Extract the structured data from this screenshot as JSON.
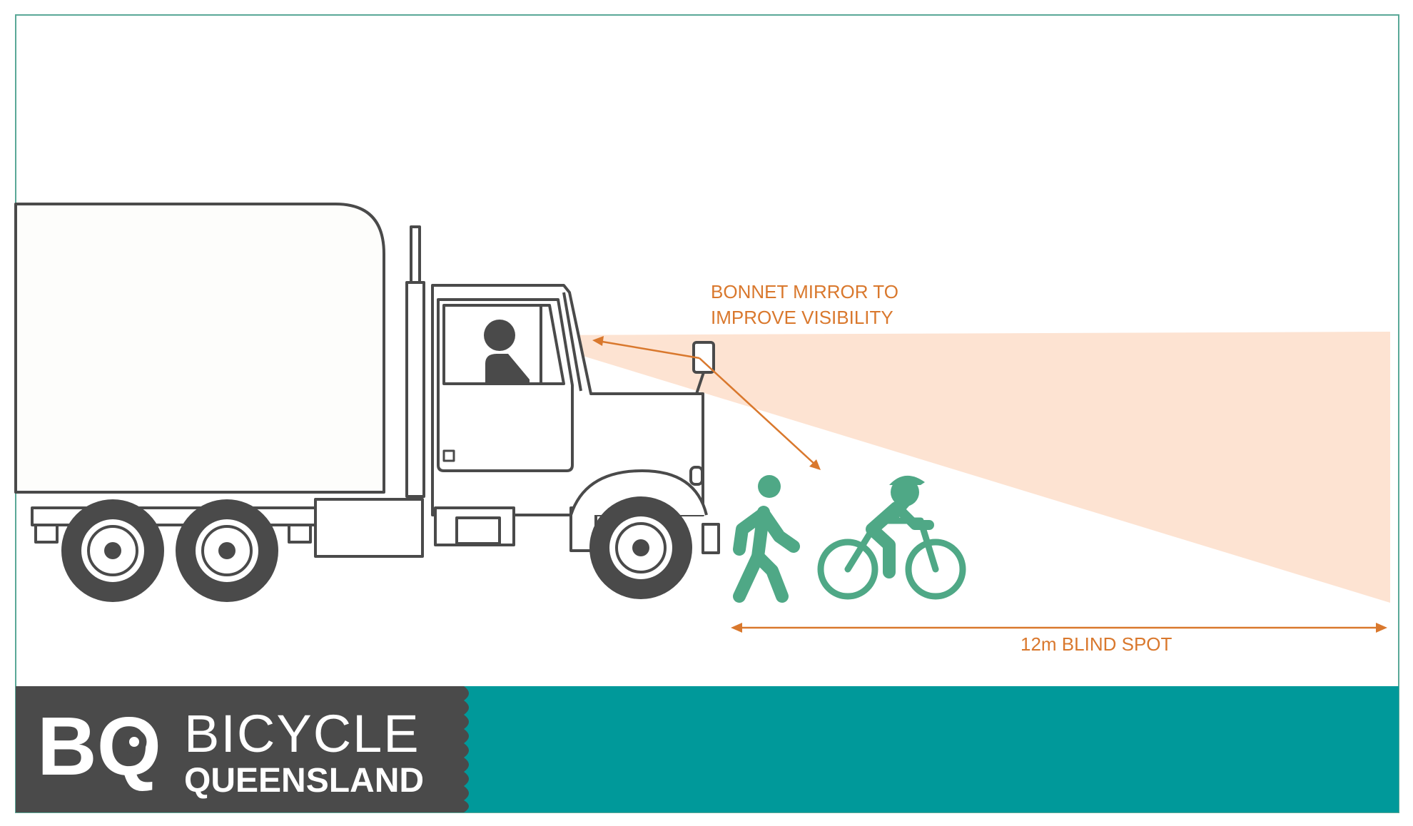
{
  "annotations": {
    "mirror_label_line1": "BONNET MIRROR TO",
    "mirror_label_line2": "IMPROVE VISIBILITY",
    "blind_spot_label": "12m BLIND SPOT"
  },
  "footer": {
    "logo_mark": "BQ",
    "brand_line1": "BICYCLE",
    "brand_line2": "QUEENSLAND"
  },
  "colors": {
    "frame": "#5aa897",
    "truck_stroke": "#4a4a4a",
    "annotation": "#d9782d",
    "sight_cone": "#fde3d2",
    "figures": "#4fa886",
    "footer_teal": "#00999a",
    "logo_dark": "#4a4a4a"
  },
  "icons": [
    "truck-icon",
    "driver-icon",
    "bonnet-mirror-icon",
    "pedestrian-icon",
    "cyclist-icon",
    "gear-icon"
  ]
}
